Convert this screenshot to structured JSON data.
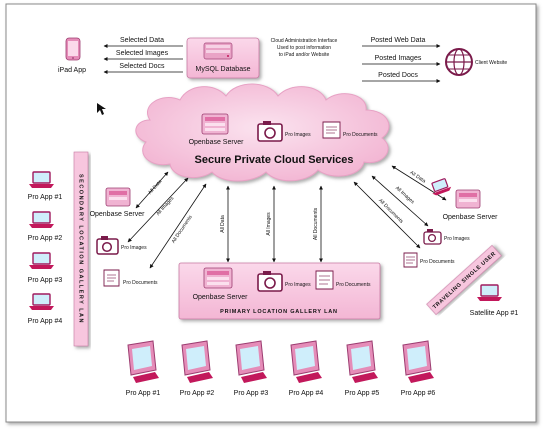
{
  "db": {
    "label": "MySQL Database"
  },
  "cloud_admin": {
    "line1": "Cloud Administration Interface",
    "line2": "Used to post information",
    "line3": "to iPad and/or Website"
  },
  "ipad": {
    "label": "iPad App"
  },
  "client_site": {
    "label": "Client Website"
  },
  "ipad_arrows": [
    "Selected Data",
    "Selected Images",
    "Selected Docs"
  ],
  "web_arrows": [
    "Posted Web Data",
    "Posted Images",
    "Posted Docs"
  ],
  "cloud": {
    "title": "Secure Private Cloud Services",
    "server": "Openbase Server",
    "images": "Pro Images",
    "documents": "Pro Documents"
  },
  "secondary": {
    "banner": "SECONDARY LOCATION GALLERY LAN",
    "apps": [
      "Pro App #1",
      "Pro App #2",
      "Pro App #3",
      "Pro App #4"
    ],
    "server": "Openbase Server",
    "images": "Pro Images",
    "documents": "Pro Documents",
    "arrows": [
      "All Data",
      "All Images",
      "All Documents"
    ]
  },
  "center_arrows": [
    "All Data",
    "All Images",
    "All Documents"
  ],
  "primary": {
    "banner": "PRIMARY LOCATION GALLERY LAN",
    "server": "Openbase Server",
    "images": "Pro Images",
    "documents": "Pro Documents",
    "apps": [
      "Pro App #1",
      "Pro App #2",
      "Pro App #3",
      "Pro App #4",
      "Pro App #5",
      "Pro App #6"
    ]
  },
  "traveling": {
    "banner": "TRAVELING SINGLE USER",
    "arrows": [
      "All Data",
      "All Images",
      "All Documents"
    ],
    "server": "Openbase Server",
    "images": "Pro Images",
    "documents": "Pro Documents",
    "app": "Satellite App #1"
  },
  "colors": {
    "pink_fill": "#f7c6de",
    "pink_dark": "#d04c92",
    "magenta": "#c2185b",
    "pane": "#cfeefb"
  }
}
